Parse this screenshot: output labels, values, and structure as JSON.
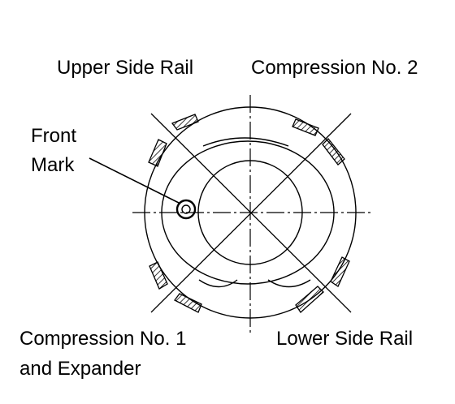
{
  "labels": {
    "upper_side_rail": "Upper Side Rail",
    "compression_no_2": "Compression No. 2",
    "front_mark_line1": "Front",
    "front_mark_line2": "Mark",
    "compression_no_1_line1": "Compression No. 1",
    "compression_no_1_line2": "and Expander",
    "lower_side_rail": "Lower Side Rail"
  },
  "colors": {
    "line": "#000000",
    "background": "#ffffff"
  }
}
